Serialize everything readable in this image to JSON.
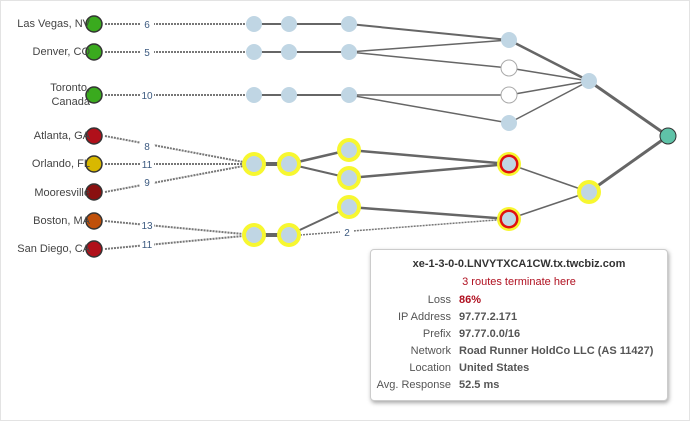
{
  "sources": [
    {
      "label": "Las Vegas, NV",
      "hops": "6",
      "color": "#3aaa1e"
    },
    {
      "label": "Denver, CO",
      "hops": "5",
      "color": "#3aaa1e"
    },
    {
      "label": "Toronto, Canada",
      "hops": "10",
      "color": "#3aaa1e"
    },
    {
      "label": "Atlanta, GA",
      "hops": "8",
      "color": "#b0101a"
    },
    {
      "label": "Orlando, FL",
      "hops": "11",
      "color": "#d8b800"
    },
    {
      "label": "Mooresville",
      "hops": "9",
      "color": "#8a1010"
    },
    {
      "label": "Boston, MA",
      "hops": "13",
      "color": "#c0500a"
    },
    {
      "label": "San Diego, CA",
      "hops": "11",
      "color": "#b0101a"
    }
  ],
  "link_hops": "2",
  "colors": {
    "node": "#c0d6e4",
    "highlight": "#f7f730",
    "loss": "#e01010",
    "destination": "#5fc3a8",
    "edge": "#666666"
  },
  "tooltip": {
    "hostname": "xe-1-3-0-0.LNVYTXCA1CW.tx.twcbiz.com",
    "terminate": "3 routes terminate here",
    "rows": [
      {
        "key": "Loss",
        "value": "86%"
      },
      {
        "key": "IP Address",
        "value": "97.77.2.171"
      },
      {
        "key": "Prefix",
        "value": "97.77.0.0/16"
      },
      {
        "key": "Network",
        "value": "Road Runner HoldCo LLC (AS 11427)"
      },
      {
        "key": "Location",
        "value": "United States"
      },
      {
        "key": "Avg. Response",
        "value": "52.5 ms"
      }
    ]
  }
}
